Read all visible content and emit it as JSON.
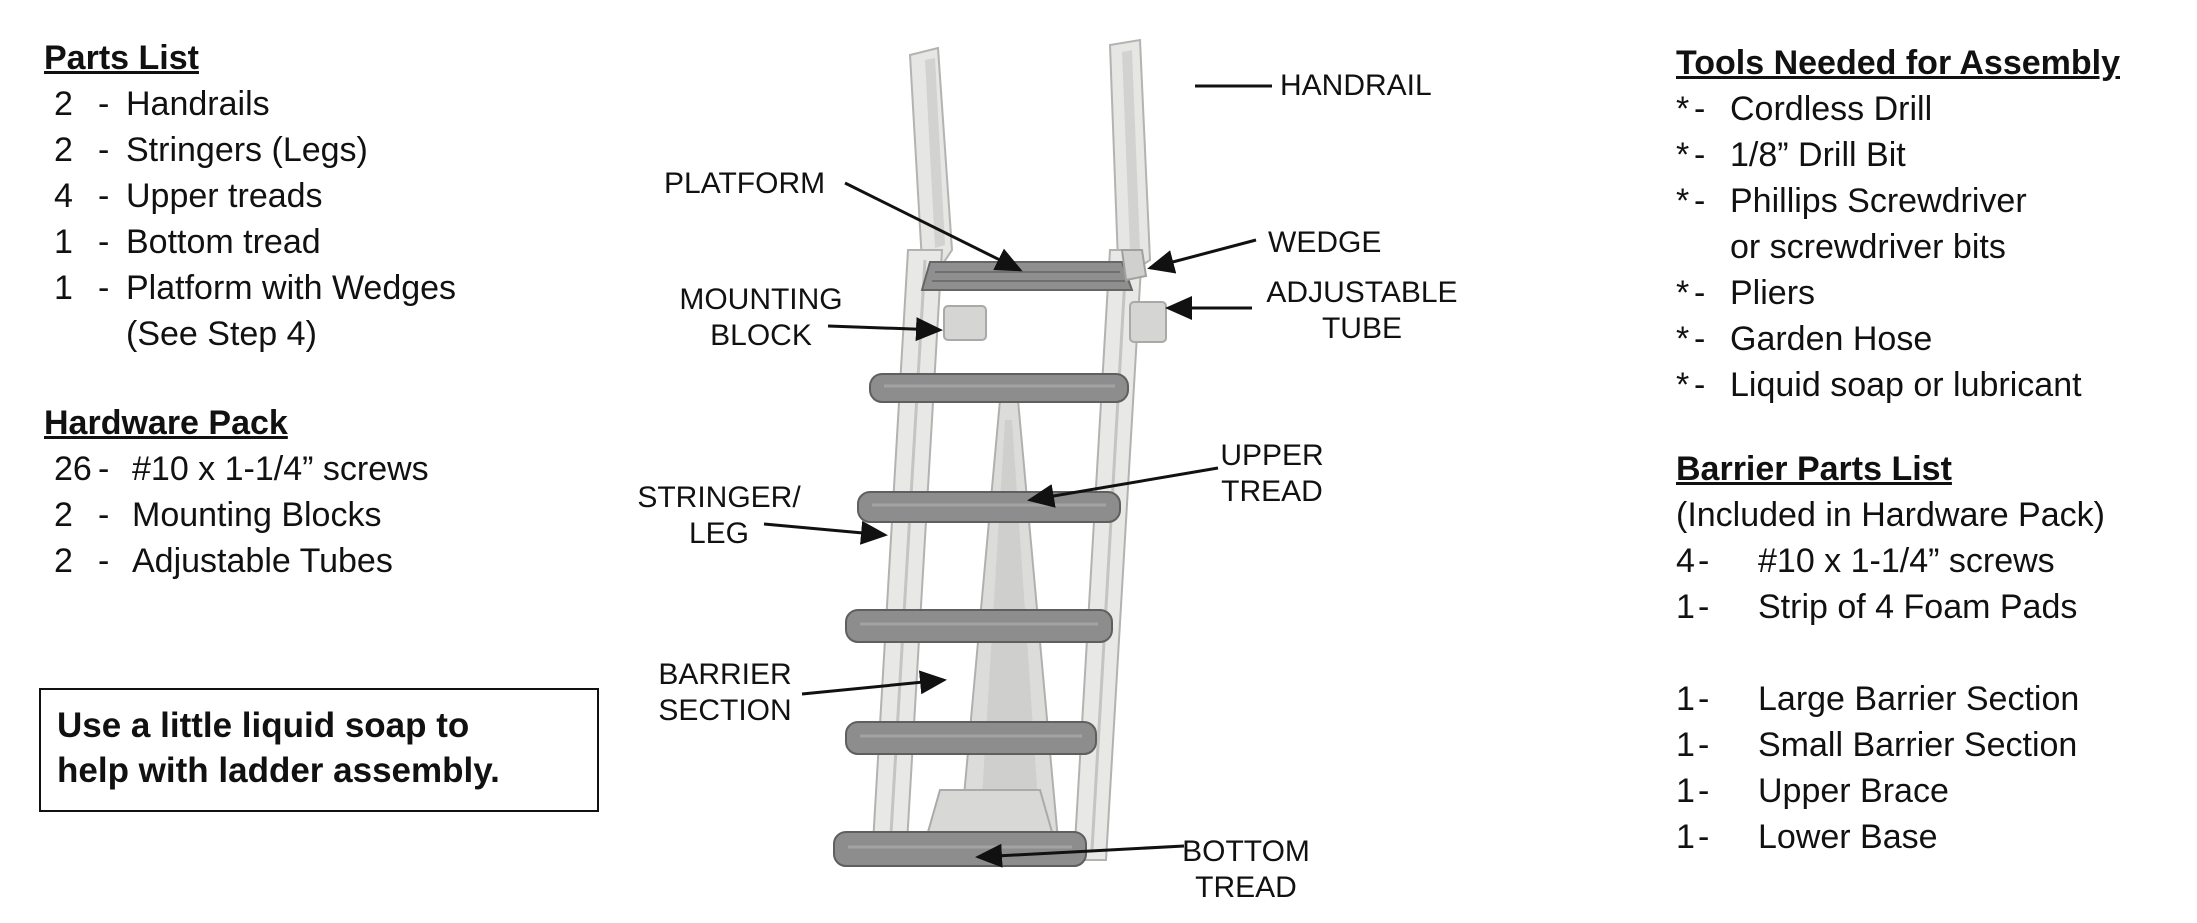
{
  "parts_list": {
    "title": "Parts List",
    "items": [
      {
        "qty": "2",
        "sep": "-",
        "text": "Handrails"
      },
      {
        "qty": "2",
        "sep": "-",
        "text": "Stringers (Legs)"
      },
      {
        "qty": "4",
        "sep": "-",
        "text": "Upper treads"
      },
      {
        "qty": "1",
        "sep": "-",
        "text": "Bottom tread"
      },
      {
        "qty": "1",
        "sep": "-",
        "text": "Platform with Wedges"
      }
    ],
    "continuation": "(See Step 4)"
  },
  "hardware_pack": {
    "title": "Hardware Pack",
    "items": [
      {
        "qty": "26",
        "sep": "-",
        "text": "#10 x 1-1/4” screws"
      },
      {
        "qty": "2",
        "sep": "-",
        "text": "Mounting Blocks"
      },
      {
        "qty": "2",
        "sep": "-",
        "text": "Adjustable Tubes"
      }
    ]
  },
  "note": {
    "line1": "Use a little liquid soap to",
    "line2": "help with ladder assembly."
  },
  "tools": {
    "title": "Tools Needed for Assembly",
    "items": [
      {
        "bullet": "*",
        "sep": "-",
        "text": "Cordless Drill"
      },
      {
        "bullet": "*",
        "sep": "-",
        "text": "1/8” Drill Bit"
      },
      {
        "bullet": "*",
        "sep": "-",
        "text": "Phillips Screwdriver"
      }
    ],
    "continuation": "or screwdriver bits",
    "items2": [
      {
        "bullet": "*",
        "sep": "-",
        "text": "Pliers"
      },
      {
        "bullet": "*",
        "sep": "-",
        "text": "Garden Hose"
      },
      {
        "bullet": "*",
        "sep": "-",
        "text": "Liquid soap or lubricant"
      }
    ]
  },
  "barrier": {
    "title": "Barrier Parts List",
    "subtitle": "(Included in Hardware Pack)",
    "items": [
      {
        "qty": "4",
        "sep": "-",
        "text": "#10 x 1-1/4” screws"
      },
      {
        "qty": "1",
        "sep": "-",
        "text": "Strip of 4 Foam Pads"
      }
    ],
    "items2": [
      {
        "qty": "1",
        "sep": "-",
        "text": "Large Barrier Section"
      },
      {
        "qty": "1",
        "sep": "-",
        "text": "Small Barrier Section"
      },
      {
        "qty": "1",
        "sep": "-",
        "text": "Upper Brace"
      },
      {
        "qty": "1",
        "sep": "-",
        "text": "Lower Base"
      }
    ]
  },
  "callouts": {
    "handrail": "HANDRAIL",
    "platform": "PLATFORM",
    "wedge": "WEDGE",
    "mounting_block_1": "MOUNTING",
    "mounting_block_2": "BLOCK",
    "adjustable_tube_1": "ADJUSTABLE",
    "adjustable_tube_2": "TUBE",
    "upper_tread_1": "UPPER",
    "upper_tread_2": "TREAD",
    "stringer_1": "STRINGER/",
    "stringer_2": "LEG",
    "barrier_section_1": "BARRIER",
    "barrier_section_2": "SECTION",
    "bottom_tread_1": "BOTTOM",
    "bottom_tread_2": "TREAD"
  },
  "colors": {
    "tread": "#8c8c8c",
    "tread_dark": "#6e6e6e",
    "rail": "#e4e4e2",
    "rail_edge": "#b5b5b3"
  }
}
